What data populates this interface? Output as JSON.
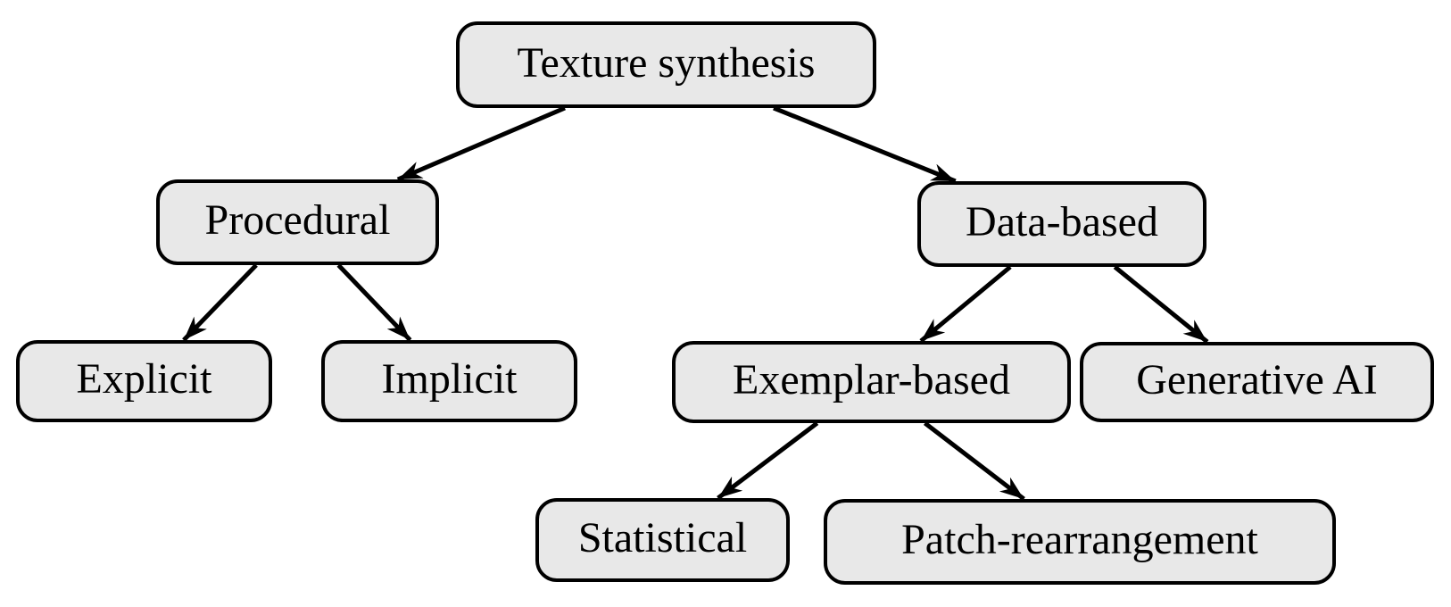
{
  "diagram": {
    "type": "tree",
    "nodes": {
      "texture_synthesis": {
        "label": "Texture synthesis"
      },
      "procedural": {
        "label": "Procedural"
      },
      "data_based": {
        "label": "Data-based"
      },
      "explicit": {
        "label": "Explicit"
      },
      "implicit": {
        "label": "Implicit"
      },
      "exemplar_based": {
        "label": "Exemplar-based"
      },
      "generative_ai": {
        "label": "Generative AI"
      },
      "statistical": {
        "label": "Statistical"
      },
      "patch_rearrangement": {
        "label": "Patch-rearrangement"
      }
    },
    "edges": [
      {
        "from": "texture_synthesis",
        "to": "procedural"
      },
      {
        "from": "texture_synthesis",
        "to": "data_based"
      },
      {
        "from": "procedural",
        "to": "explicit"
      },
      {
        "from": "procedural",
        "to": "implicit"
      },
      {
        "from": "data_based",
        "to": "exemplar_based"
      },
      {
        "from": "data_based",
        "to": "generative_ai"
      },
      {
        "from": "exemplar_based",
        "to": "statistical"
      },
      {
        "from": "exemplar_based",
        "to": "patch_rearrangement"
      }
    ],
    "colors": {
      "node_fill": "#e8e8e8",
      "node_border": "#000000",
      "edge": "#000000",
      "text": "#000000",
      "background": "#ffffff"
    }
  }
}
